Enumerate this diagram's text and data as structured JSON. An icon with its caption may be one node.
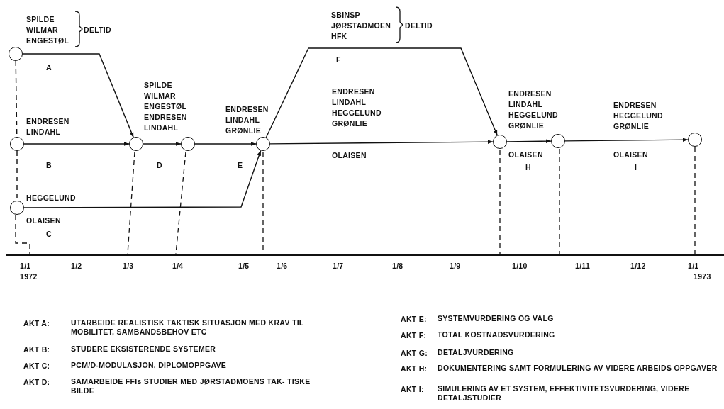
{
  "diagram": {
    "nodes": [
      {
        "text": [],
        "shape": "circle"
      },
      {
        "text": [],
        "shape": "circle"
      },
      {
        "text": [],
        "shape": "circle"
      },
      {
        "text": [],
        "shape": "circle"
      },
      {
        "text": [],
        "shape": "circle"
      },
      {
        "text": [],
        "shape": "circle"
      },
      {
        "text": [],
        "shape": "circle"
      },
      {
        "text": [],
        "shape": "circle"
      },
      {
        "text": [],
        "shape": "circle"
      }
    ],
    "edges": [
      {
        "from": 0,
        "to": 3,
        "arrow": "to",
        "label": "A"
      },
      {
        "from": 1,
        "to": 3,
        "arrow": "to",
        "label": "B"
      },
      {
        "from": 2,
        "to": 5,
        "arrow": "to",
        "label": "C"
      },
      {
        "from": 3,
        "to": 4,
        "arrow": "to",
        "label": "D"
      },
      {
        "from": 4,
        "to": 5,
        "arrow": "to",
        "label": "E"
      },
      {
        "from": 5,
        "to": 6,
        "arrow": "to",
        "label": "F"
      },
      {
        "from": 5,
        "to": 6,
        "arrow": "to"
      },
      {
        "from": 6,
        "to": 7,
        "arrow": "to",
        "label": "H"
      },
      {
        "from": 7,
        "to": 8,
        "arrow": "to",
        "label": "I"
      },
      {
        "from": 0,
        "to": 1,
        "arrow": "none",
        "style": "dashed"
      },
      {
        "from": 1,
        "to": 2,
        "arrow": "none",
        "style": "dashed"
      }
    ],
    "labels": [
      "SPILDE WILMAR ENGESTØL",
      "DELTID",
      "SBINSP JØRSTADMOEN HFK",
      "DELTID",
      "ENDRESEN LINDAHL",
      "SPILDE WILMAR ENGESTØL ENDRESEN LINDAHL",
      "ENDRESEN LINDAHL GRØNLIE",
      "ENDRESEN LINDAHL HEGGELUND GRØNLIE",
      "OLAISEN",
      "ENDRESEN LINDAHL HEGGELUND GRØNLIE",
      "ENDRESEN HEGGELUND GRØNLIE",
      "OLAISEN",
      "OLAISEN",
      "HEGGELUND",
      "OLAISEN",
      "1/1",
      "1972",
      "1/2",
      "1/3",
      "1/4",
      "1/5",
      "1/6",
      "1/7",
      "1/8",
      "1/9",
      "1/10",
      "1/11",
      "1/12",
      "1/1",
      "1973",
      "AKT A:",
      "UTARBEIDE REALISTISK TAKTISK SITUASJON MED KRAV TIL MOBILITET, SAMBANDSBEHOV ETC",
      "AKT B:",
      "STUDERE EKSISTERENDE SYSTEMER",
      "AKT C:",
      "PCM/D-MODULASJON, DIPLOMOPPGAVE",
      "AKT D:",
      "SAMARBEIDE FFIs STUDIER MED JØRSTADMOENS TAK- TISKE BILDE",
      "AKT E:",
      "SYSTEMVURDERING OG VALG",
      "AKT F:",
      "TOTAL KOSTNADSVURDERING",
      "AKT G:",
      "DETALJVURDERING",
      "AKT H:",
      "DOKUMENTERING SAMT FORMULERING AV VIDERE ARBEIDS OPPGAVER",
      "AKT I:",
      "SIMULERING AV ET SYSTEM, EFFEKTIVITETSVURDERING, VIDERE DETALJSTUDIER"
    ]
  }
}
